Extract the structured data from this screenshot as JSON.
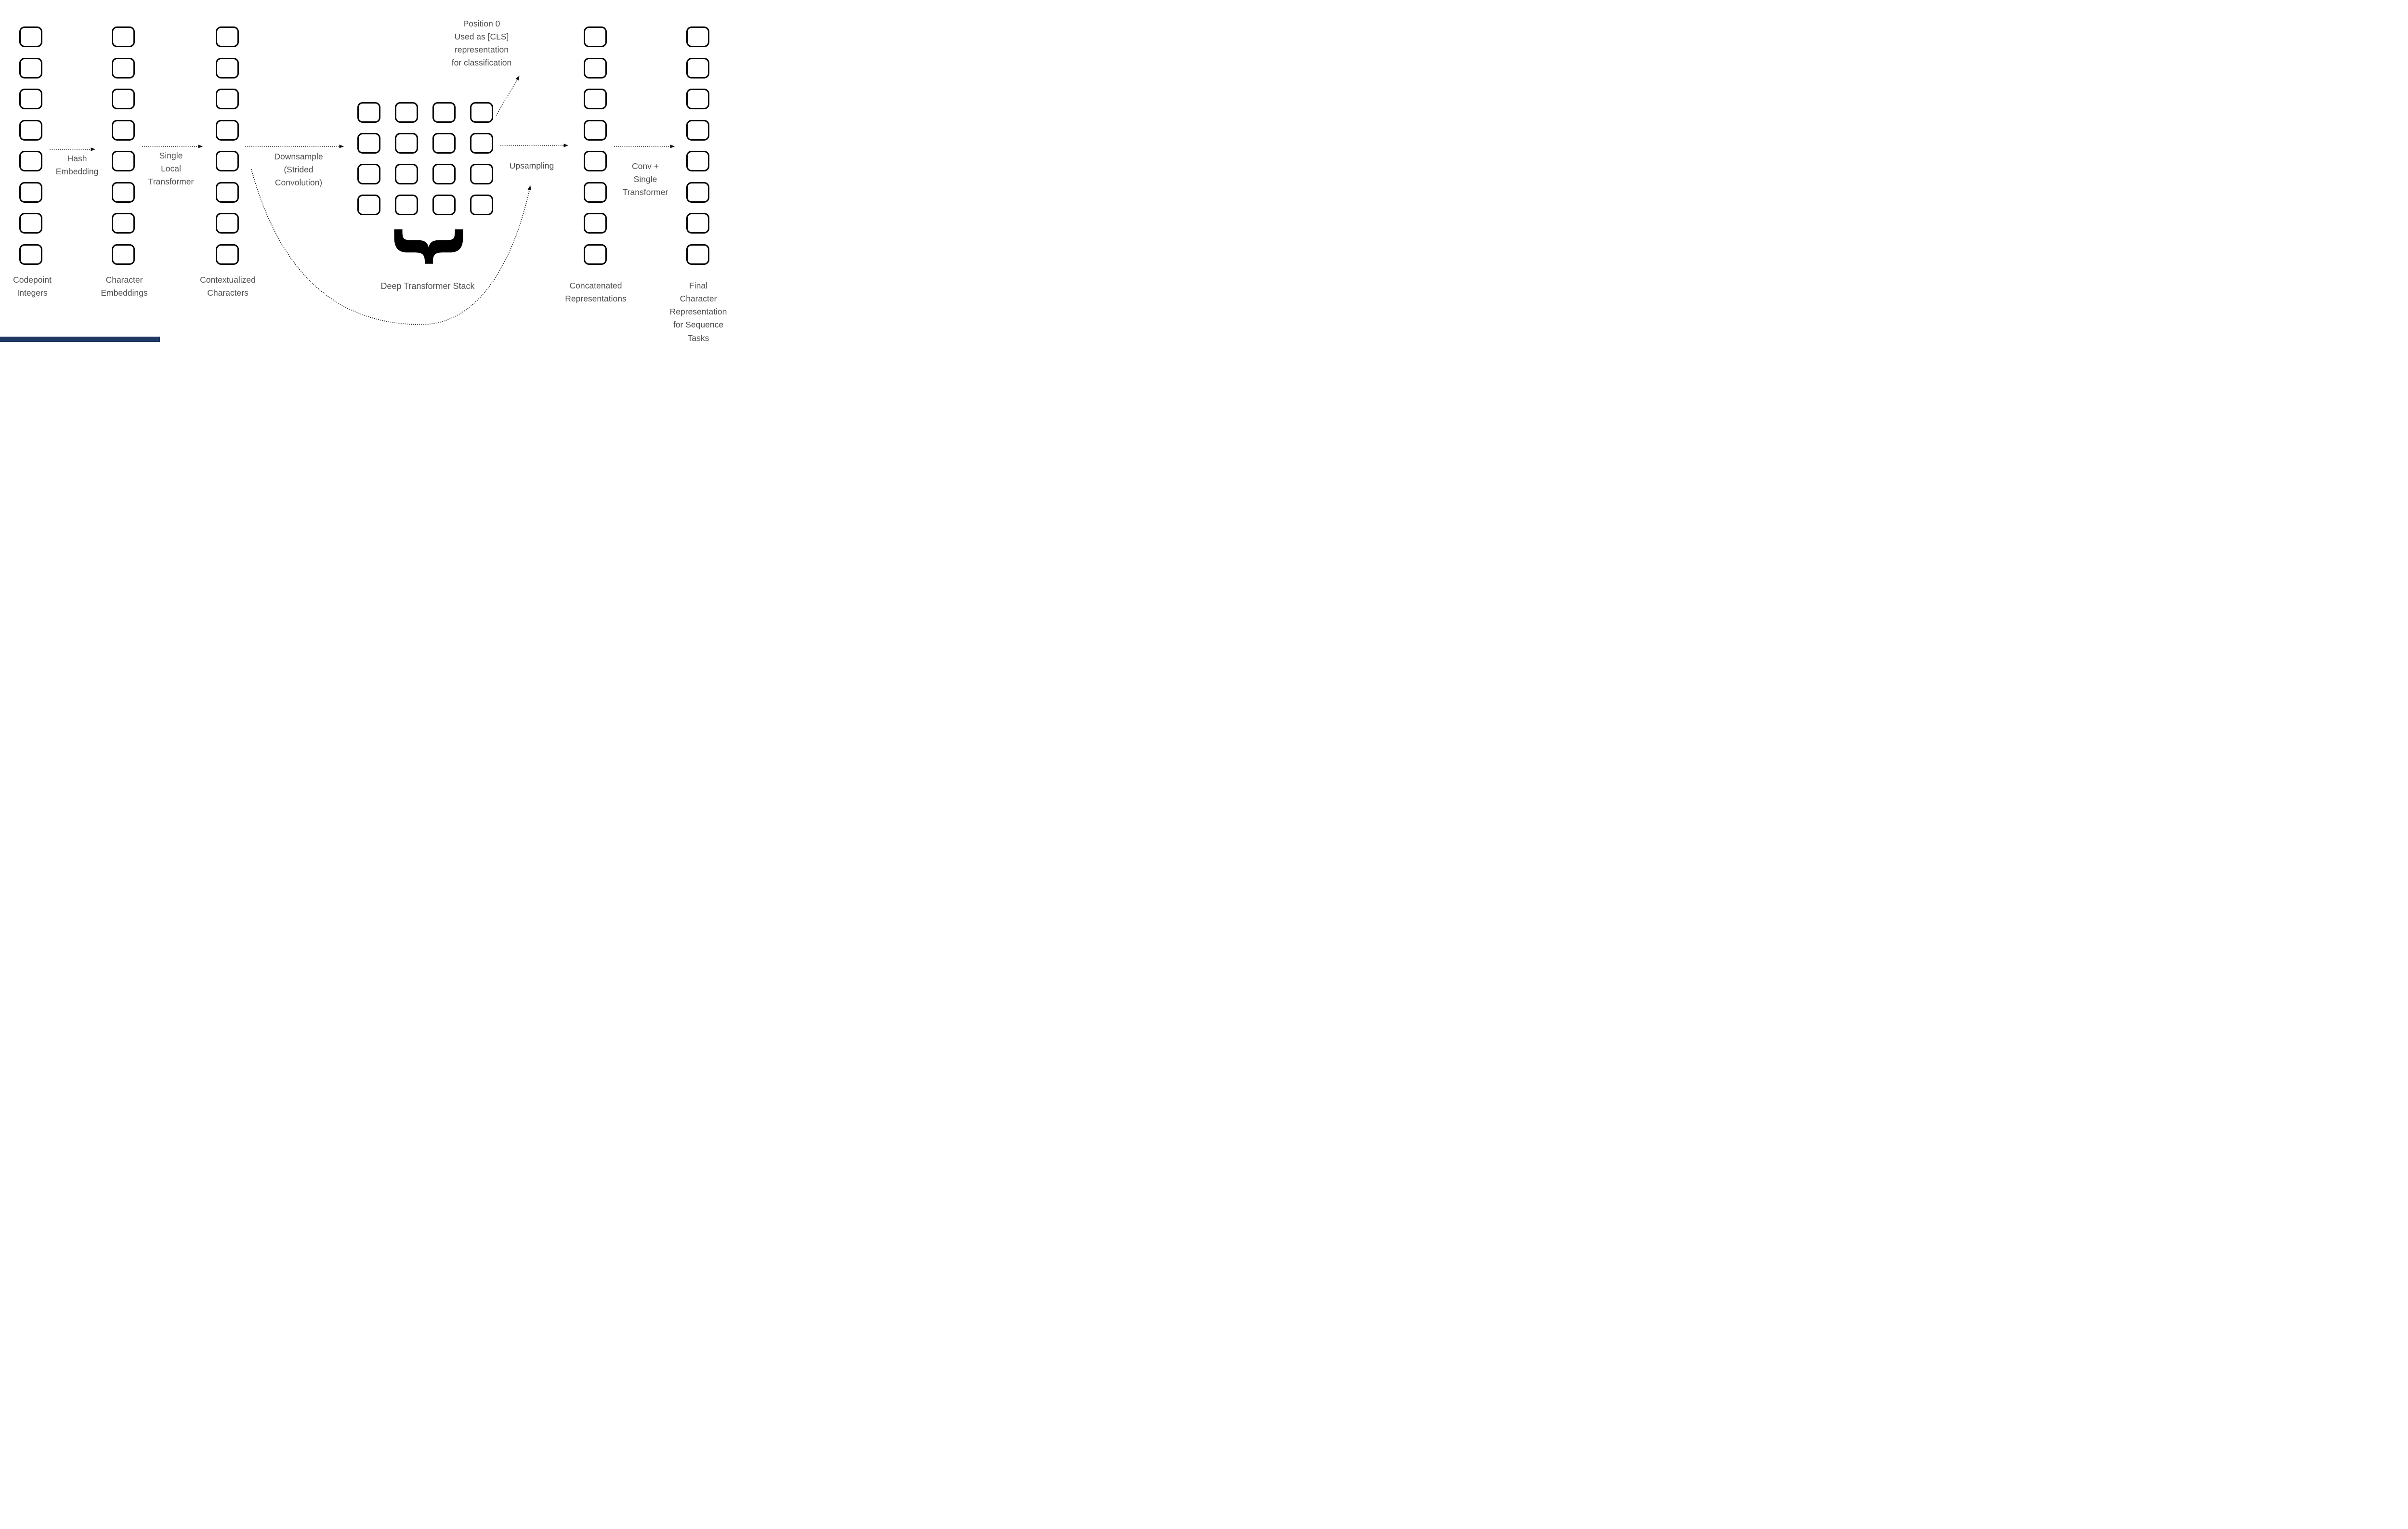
{
  "columns": [
    {
      "name": "codepoint-integers",
      "label": "Codepoint\nIntegers",
      "boxes": 8
    },
    {
      "name": "character-embeddings",
      "label": "Character\nEmbeddings",
      "boxes": 8
    },
    {
      "name": "contextualized-characters",
      "label": "Contextualized\nCharacters",
      "boxes": 8
    },
    {
      "name": "concatenated-representations",
      "label": "Concatenated\nRepresentations",
      "boxes": 8
    },
    {
      "name": "final-character-representation",
      "label": "Final\nCharacter\nRepresentation\nfor Sequence Tasks",
      "boxes": 8
    }
  ],
  "arrow_labels": {
    "hash_embedding": "Hash\nEmbedding",
    "single_local_transformer": "Single\nLocal\nTransformer",
    "downsample": "Downsample\n(Strided\nConvolution)",
    "upsampling": "Upsampling",
    "conv_single_transformer": "Conv +\nSingle\nTransformer"
  },
  "transformer_grid": {
    "count": 16,
    "rows": 4,
    "cols": 4,
    "label": "Deep Transformer Stack"
  },
  "cls_note": "Position 0\nUsed as [CLS]\nrepresentation\nfor classification",
  "colors": {
    "box_border": "#000000",
    "text": "#4d4d4d",
    "arrow": "#111111",
    "background": "#ffffff",
    "bottom_accent": "#1f3864"
  }
}
